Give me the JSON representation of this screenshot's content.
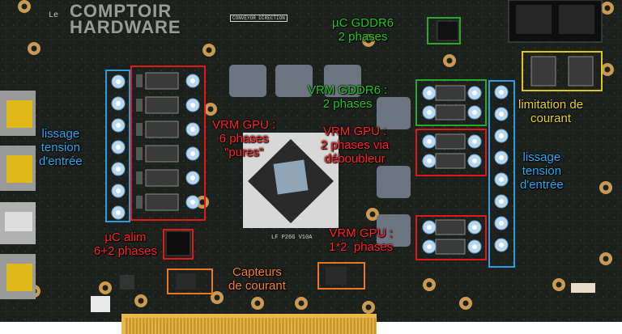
{
  "watermark": {
    "line1": "COMPTOIR",
    "line2": "HARDWARE"
  },
  "pcb_text": {
    "conveyor": "CONVEYOR DIRECTION",
    "board_id": "LF P26G V10A",
    "brand": "Le"
  },
  "annotations": {
    "uc_gddr6": "µC GDDR6\n2 phases",
    "vrm_gddr6": "VRM GDDR6 :\n2 phases",
    "limitation": "limitation de\ncourant",
    "lissage_left": "lissage\ntension\nd'entrée",
    "lissage_right": "lissage\ntension\nd'entrée",
    "vrm_gpu_pures": "VRM GPU :\n6 phases\n\"pures\"",
    "vrm_gpu_deboubleur": "VRM GPU :\n2 phases via\ndéboubleur",
    "vrm_gpu_12": "VRM GPU :\n1*2  phases",
    "uc_alim": "µC alim\n6+2 phases",
    "capteurs": "Capteurs\nde courant"
  },
  "colors": {
    "pcb": "#1c201c",
    "red": "#e01818",
    "green": "#2aa82a",
    "blue": "#2a9ee0",
    "yellow": "#d8c81c",
    "orange": "#f07818",
    "gold": "#e8b84a"
  }
}
